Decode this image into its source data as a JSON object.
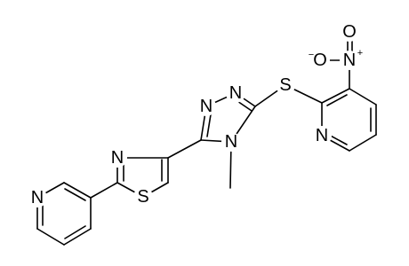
{
  "molecule": {
    "atoms": {
      "n_pyr_a": "N",
      "n_thz": "N",
      "s_thz": "S",
      "n_trz_1": "N",
      "n_trz_2": "N",
      "n_trz_4": "N",
      "s_link": "S",
      "n_nitro": "N",
      "o_nitro_1": "O",
      "o_nitro_2": "O",
      "n_pyr_b": "N"
    },
    "charges": {
      "n_nitro": "+",
      "o_nitro_2": "−"
    }
  }
}
